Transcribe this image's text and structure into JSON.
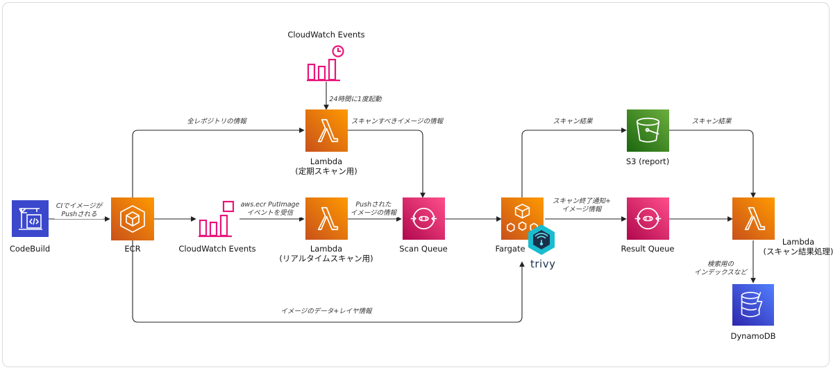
{
  "nodes": {
    "codebuild": "CodeBuild",
    "ecr": "ECR",
    "cw_top": "CloudWatch Events",
    "cw_mid": "CloudWatch Events",
    "lambda_sched": [
      "Lambda",
      "(定期スキャン用)"
    ],
    "lambda_rt": [
      "Lambda",
      "(リアルタイムスキャン用)"
    ],
    "scan_queue": "Scan Queue",
    "fargate": "Fargate",
    "trivy": "trivy",
    "s3": "S3 (report)",
    "result_queue": "Result Queue",
    "lambda_result": [
      "Lambda",
      "(スキャン結果処理)"
    ],
    "dynamodb": "DynamoDB"
  },
  "edges": {
    "ci_push": [
      "CIでイメージが",
      "Pushされる"
    ],
    "all_repos": "全レポジトリの情報",
    "daily": "24時間に1度起動",
    "scan_targets": "スキャンすべきイメージの情報",
    "put_image": [
      "aws.ecr PutImage",
      "イベントを受信"
    ],
    "pushed_info": [
      "Pushされた",
      "イメージの情報"
    ],
    "image_data": "イメージのデータ+レイヤ情報",
    "scan_result_1": "スキャン結果",
    "scan_result_2": "スキャン結果",
    "scan_done": [
      "スキャン終了通知+",
      "イメージ情報"
    ],
    "index": [
      "検索用の",
      "インデックスなど"
    ]
  },
  "colors": {
    "compute": "#ED7100",
    "devtools": "#3B48CC",
    "mgmt": "#E7157B",
    "storage": "#3F8624",
    "database": "#3B48CC",
    "trivy_teal": "#1ABCD0",
    "trivy_navy": "#1A2F4A"
  }
}
